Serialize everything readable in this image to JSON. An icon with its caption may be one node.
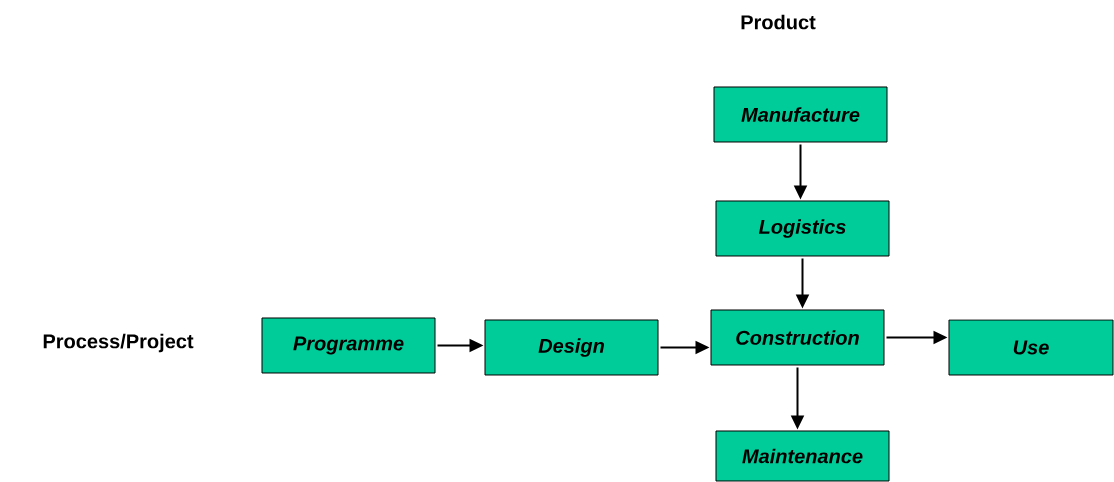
{
  "diagram": {
    "nodes": [
      {
        "text": [
          "Programme"
        ]
      },
      {
        "text": [
          "Design"
        ]
      },
      {
        "text": [
          "Construction"
        ]
      },
      {
        "text": [
          "Use"
        ]
      },
      {
        "text": [
          "Manufacture"
        ]
      },
      {
        "text": [
          "Logistics"
        ]
      },
      {
        "text": [
          "Maintenance"
        ]
      }
    ],
    "edges": [
      {
        "from": 0,
        "to": 1,
        "arrow": "to"
      },
      {
        "from": 1,
        "to": 2,
        "arrow": "to"
      },
      {
        "from": 2,
        "to": 3,
        "arrow": "to"
      },
      {
        "from": 4,
        "to": 5,
        "arrow": "to"
      },
      {
        "from": 5,
        "to": 2,
        "arrow": "to"
      },
      {
        "from": 2,
        "to": 6,
        "arrow": "to"
      }
    ],
    "labels": [
      "Product",
      "Process/Project"
    ]
  }
}
